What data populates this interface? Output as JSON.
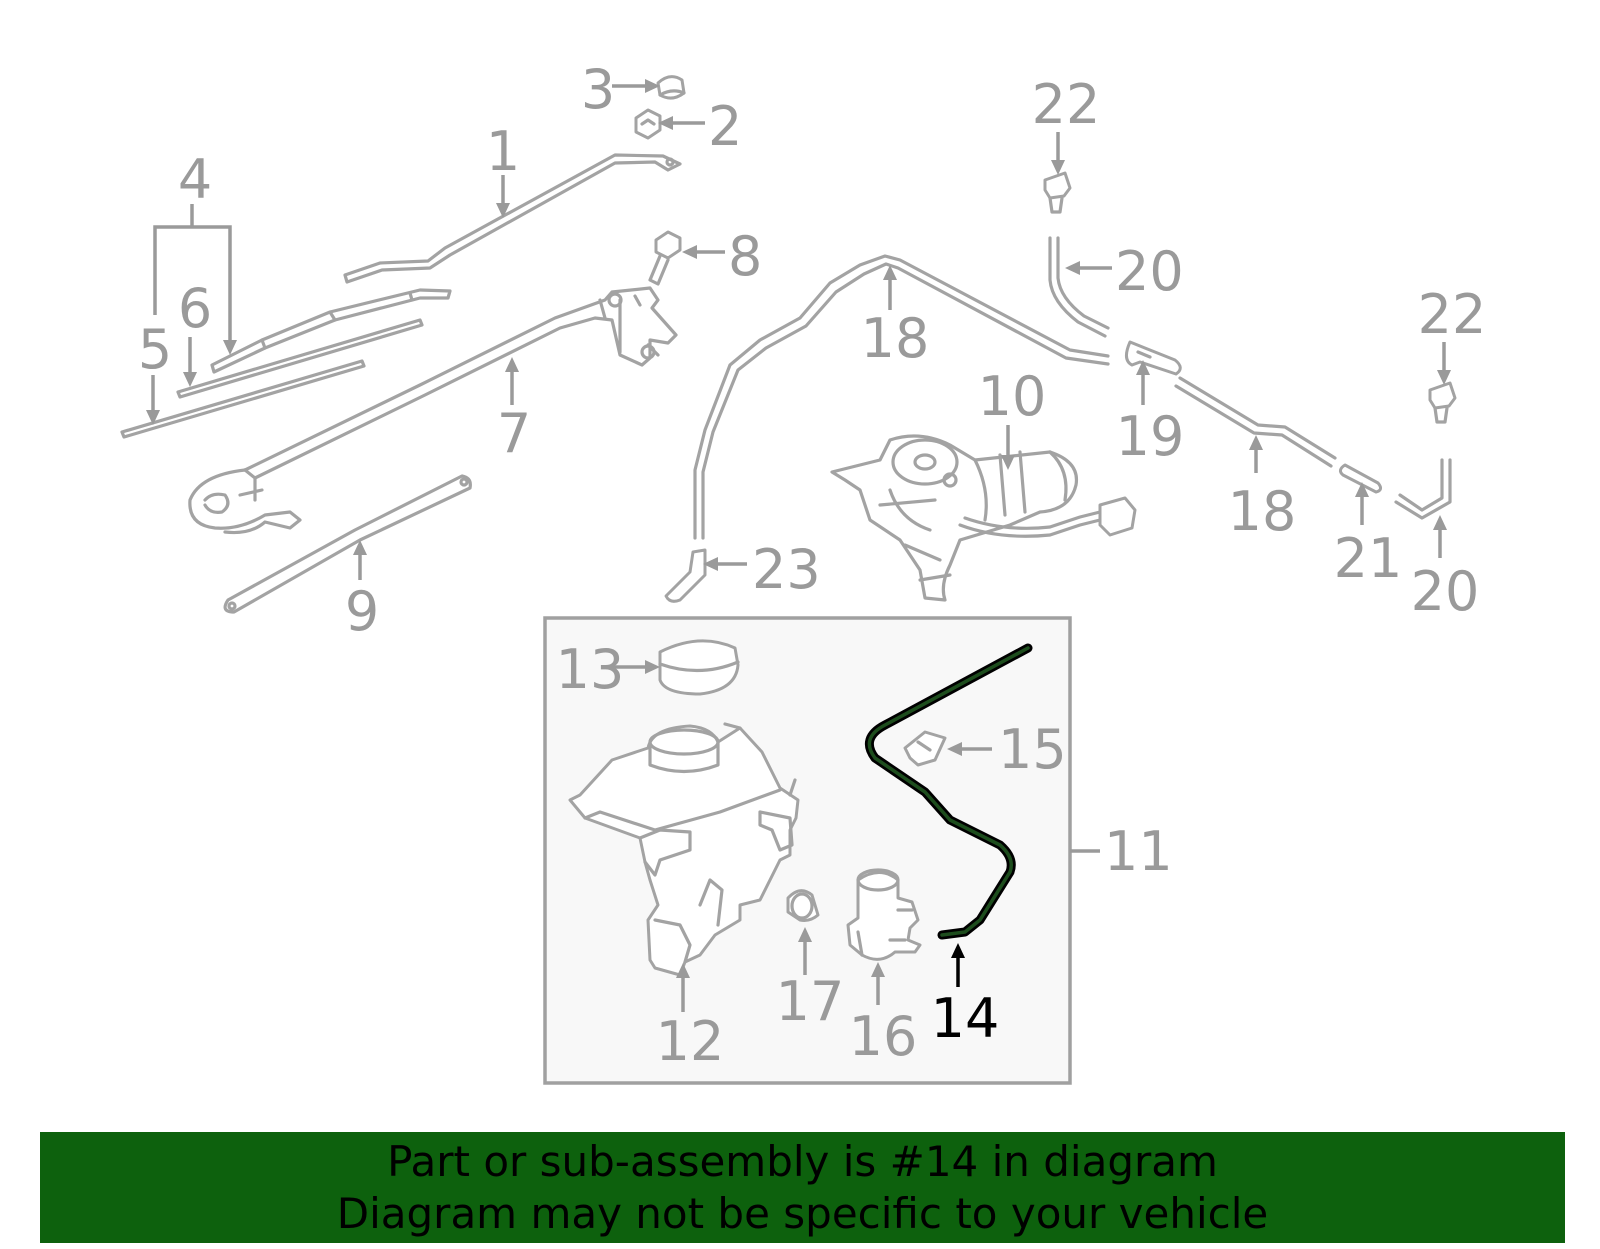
{
  "diagram": {
    "callouts": {
      "n1": "1",
      "n2": "2",
      "n3": "3",
      "n4": "4",
      "n5": "5",
      "n6": "6",
      "n7": "7",
      "n8": "8",
      "n9": "9",
      "n10": "10",
      "n11": "11",
      "n12": "12",
      "n13": "13",
      "n14": "14",
      "n15": "15",
      "n16": "16",
      "n17": "17",
      "n18a": "18",
      "n18b": "18",
      "n19": "19",
      "n20a": "20",
      "n20b": "20",
      "n21": "21",
      "n22a": "22",
      "n22b": "22",
      "n23": "23"
    },
    "highlighted_part": "14"
  },
  "footer": {
    "line1": "Part or sub-assembly is #14 in diagram",
    "line2": "Diagram may not be specific to your vehicle"
  },
  "colors": {
    "footer_background": "#0d610d",
    "part_outline": "#a3a3a3",
    "highlight": "#000000",
    "highlight_part_fill": "#1d4d1d"
  }
}
